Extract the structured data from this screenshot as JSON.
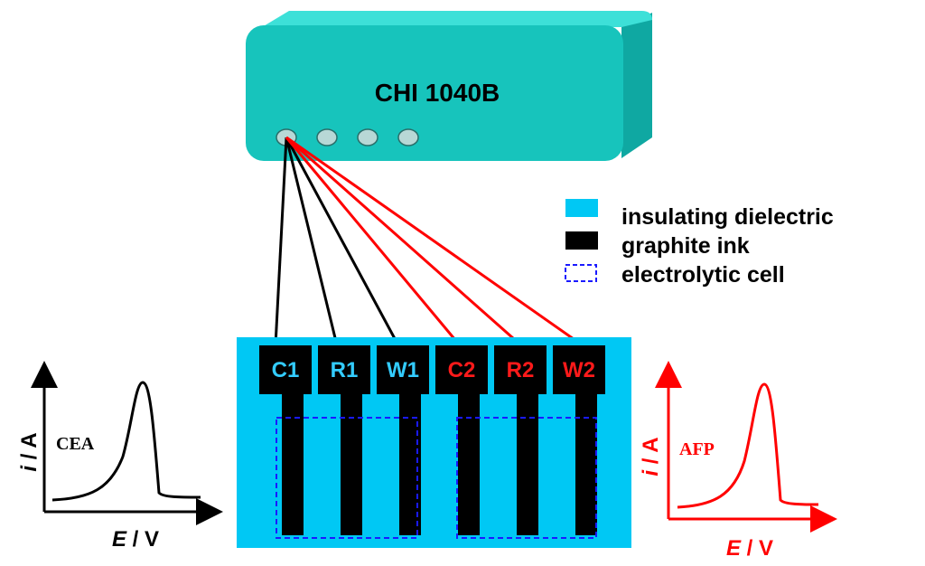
{
  "instrument": {
    "name": "CHI 1040B",
    "port_count": 4
  },
  "legend": [
    {
      "label": "insulating dielectric",
      "swatch": "solid",
      "color": "#00c8f4"
    },
    {
      "label": "graphite ink",
      "swatch": "solid",
      "color": "#000000"
    },
    {
      "label": "electrolytic cell",
      "swatch": "dashed",
      "color": "#1a1aff"
    }
  ],
  "electrodes": [
    {
      "label": "C1",
      "label_color": "#33ccff",
      "wire_color": "#000000"
    },
    {
      "label": "R1",
      "label_color": "#33ccff",
      "wire_color": "#000000"
    },
    {
      "label": "W1",
      "label_color": "#33ccff",
      "wire_color": "#000000"
    },
    {
      "label": "C2",
      "label_color": "#ff1a1a",
      "wire_color": "#ff0000"
    },
    {
      "label": "R2",
      "label_color": "#ff1a1a",
      "wire_color": "#ff0000"
    },
    {
      "label": "W2",
      "label_color": "#ff1a1a",
      "wire_color": "#ff0000"
    }
  ],
  "plots": {
    "left": {
      "analyte": "CEA",
      "ylabel_i": "i",
      "ylabel_unit": " / A",
      "xlabel_e": "E",
      "xlabel_unit": " / V",
      "color": "#000000"
    },
    "right": {
      "analyte": "AFP",
      "ylabel_i": "i",
      "ylabel_unit": " / A",
      "xlabel_e": "E",
      "xlabel_unit": " / V",
      "color": "#ff0000"
    }
  },
  "colors": {
    "box_front": "#17c4bc",
    "box_top": "#3de0d8",
    "box_side": "#0fa8a2",
    "port": "#b8d8d6",
    "substrate": "#00c8f4"
  }
}
